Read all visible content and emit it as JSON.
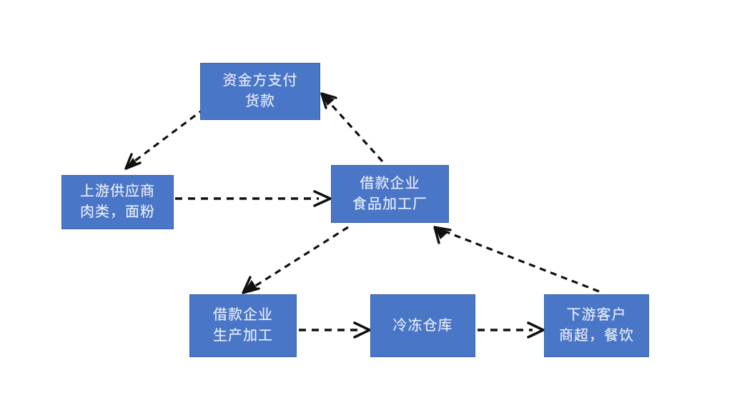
{
  "diagram": {
    "type": "flow-diagram",
    "title": "",
    "colors": {
      "node_fill": "#4a76c8",
      "node_border": "#3a63ad",
      "node_text": "#eef2fb",
      "edge": "#111111",
      "background": "#ffffff"
    },
    "nodes": [
      {
        "id": "funder",
        "lines": [
          "资金方支付",
          "货款"
        ],
        "line1": "资金方支付",
        "line2": "货款"
      },
      {
        "id": "supplier",
        "lines": [
          "上游供应商",
          "肉类，面粉"
        ],
        "line1": "上游供应商",
        "line2": "肉类，面粉"
      },
      {
        "id": "borrower",
        "lines": [
          "借款企业",
          "食品加工厂"
        ],
        "line1": "借款企业",
        "line2": "食品加工厂"
      },
      {
        "id": "production",
        "lines": [
          "借款企业",
          "生产加工"
        ],
        "line1": "借款企业",
        "line2": "生产加工"
      },
      {
        "id": "coldstorage",
        "lines": [
          "冷冻仓库"
        ],
        "line1": "冷冻仓库",
        "line2": ""
      },
      {
        "id": "customer",
        "lines": [
          "下游客户",
          "商超，餐饮"
        ],
        "line1": "下游客户",
        "line2": "商超，餐饮"
      }
    ],
    "edges": [
      {
        "id": "funder-to-supplier",
        "from": "funder",
        "to": "supplier",
        "style": "dashed",
        "arrow": "end",
        "label": ""
      },
      {
        "id": "borrower-to-funder",
        "from": "borrower",
        "to": "funder",
        "style": "dashed",
        "arrow": "end",
        "label": ""
      },
      {
        "id": "supplier-to-borrower",
        "from": "supplier",
        "to": "borrower",
        "style": "dashed",
        "arrow": "end",
        "label": ""
      },
      {
        "id": "borrower-to-production",
        "from": "borrower",
        "to": "production",
        "style": "dashed",
        "arrow": "end",
        "label": ""
      },
      {
        "id": "production-to-coldstorage",
        "from": "production",
        "to": "coldstorage",
        "style": "dashed",
        "arrow": "end",
        "label": ""
      },
      {
        "id": "coldstorage-to-customer",
        "from": "coldstorage",
        "to": "customer",
        "style": "dashed",
        "arrow": "end",
        "label": ""
      },
      {
        "id": "customer-to-borrower",
        "from": "customer",
        "to": "borrower",
        "style": "dashed",
        "arrow": "end",
        "label": ""
      }
    ]
  }
}
